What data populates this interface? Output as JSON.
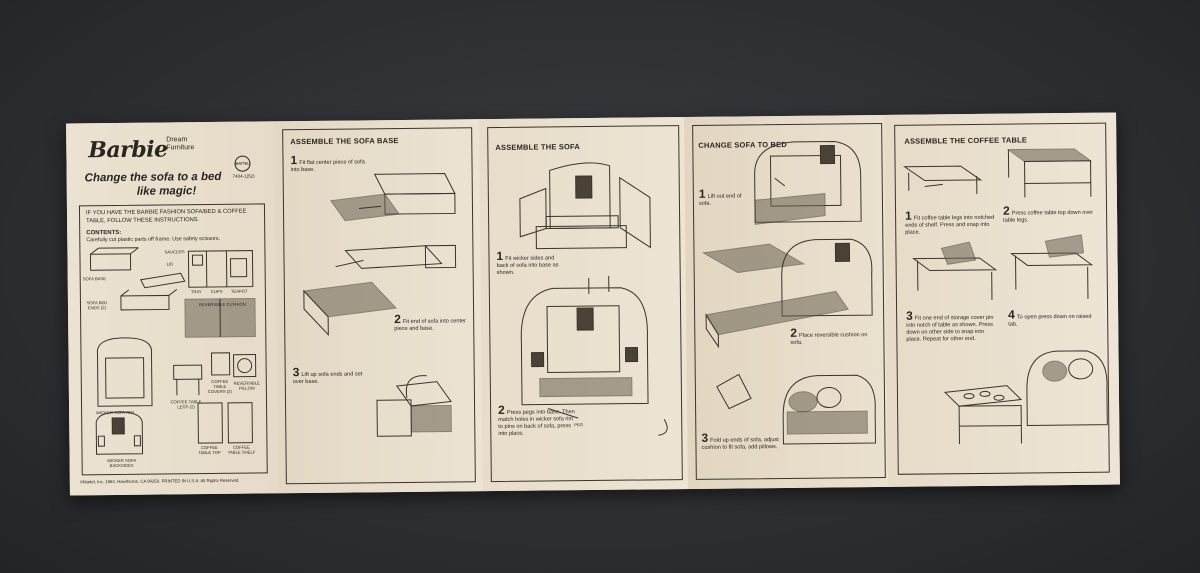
{
  "brand": {
    "logo": "Barbie",
    "line1": "Dream",
    "line2": "Furniture",
    "tagline1": "Change the sofa to a bed",
    "tagline2": "like magic!",
    "maker": "MATTEL",
    "code": "7404-1(52)"
  },
  "intro": {
    "notice": "IF YOU HAVE THE BARBIE FASHION SOFA/BED & COFFEE TABLE, FOLLOW THESE INSTRUCTIONS.",
    "contents_title": "CONTENTS:",
    "contents_text": "Carefully cut plastic parts off frame. Use safety scissors.",
    "parts": {
      "saucers": "SAUCERS",
      "lid": "LID",
      "sofa_base": "SOFA BASE",
      "tray": "TRAY",
      "cups": "CUPS",
      "teapot": "TEAPOT",
      "sofa_bed_ends": "SOFA BED ENDS (2)",
      "reversible_cushion": "REVERSIBLE CUSHION",
      "wicker_sofa_rim": "WICKER SOFA RIM",
      "coffee_table_legs": "COFFEE TABLE LEGS (2)",
      "coffee_table_covers": "COFFEE TABLE COVERS (2)",
      "reversible_pillow": "REVERSIBLE PILLOW",
      "wicker_sofa_backsides": "WICKER SOFA BACKSIDES",
      "coffee_table_top": "COFFEE TABLE TOP",
      "coffee_table_shelf": "COFFEE TABLE SHELF"
    },
    "copyright": "©Mattel, Inc. 1983. Hawthorne, CA 90250. PRINTED IN U.S.A. All Rights Reserved."
  },
  "sections": {
    "sofa_base": {
      "title": "ASSEMBLE THE SOFA BASE",
      "step1": "Fit flat center piece of sofa into base.",
      "step2": "Fit end of sofa into center piece and base.",
      "step3": "Lift up sofa ends and set over base."
    },
    "sofa": {
      "title": "ASSEMBLE THE SOFA",
      "step1": "Fit wicker sides and back of sofa into base as shown.",
      "step2": "Press pegs into base. Then match holes in wicker sofa rim to pins on back of sofa, press into place.",
      "peg": "PEG"
    },
    "sofa_to_bed": {
      "title": "CHANGE SOFA TO BED",
      "step1": "Lift out end of sofa.",
      "step2": "Place reversible cushion on sofa.",
      "step3": "Fold up ends of sofa, adjust cushion to fit sofa, add pillows."
    },
    "coffee_table": {
      "title": "ASSEMBLE THE COFFEE TABLE",
      "step1": "Fit coffee table legs into notched ends of shelf. Press and snap into place.",
      "step2": "Press coffee table top down over table legs.",
      "step3": "Fit one end of storage cover pin into notch of table as shown. Press down on other side to snap into place. Repeat for other end.",
      "step4": "To open press down on raised tab."
    }
  },
  "step_numbers": [
    "1",
    "2",
    "3",
    "4"
  ]
}
